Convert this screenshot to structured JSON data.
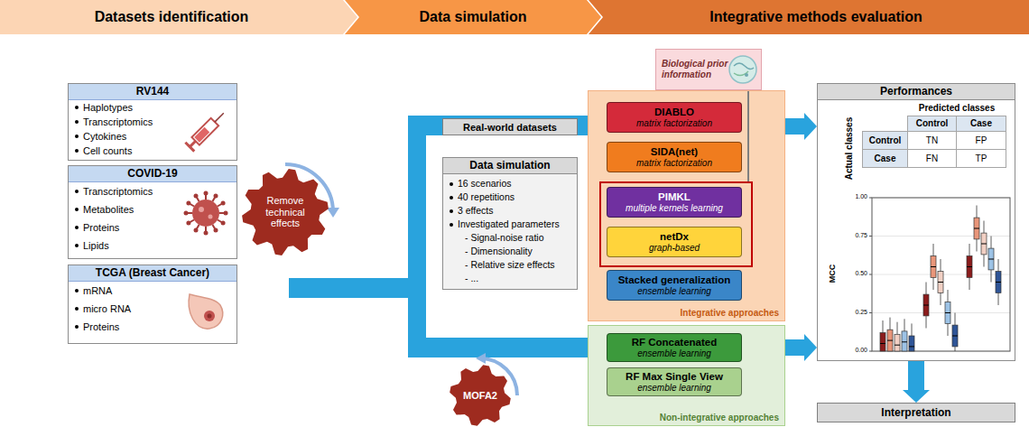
{
  "diagram": {
    "nodes": [
      {
        "text": [
          "Datasets identification"
        ]
      },
      {
        "text": [
          "Data simulation"
        ]
      },
      {
        "text": [
          "Integrative methods evaluation"
        ]
      },
      {
        "text": [
          "RV144",
          "Haplotypes",
          "Transcriptomics",
          "Cytokines",
          "Cell counts"
        ]
      },
      {
        "text": [
          "COVID-19",
          "Transcriptomics",
          "Metabolites",
          "Proteins",
          "Lipids"
        ]
      },
      {
        "text": [
          "TCGA (Breast Cancer)",
          "mRNA",
          "micro RNA",
          "Proteins"
        ]
      },
      {
        "text": [
          "Remove technical effects"
        ]
      },
      {
        "text": [
          "Real-world datasets"
        ]
      },
      {
        "text": [
          "Data simulation",
          "16 scenarios",
          "40 repetitions",
          "3 effects",
          "Investigated parameters",
          "- Signal-noise ratio",
          "- Dimensionality",
          "- Relative size effects",
          "- ..."
        ]
      },
      {
        "text": [
          "MOFA2"
        ]
      },
      {
        "text": [
          "Biological prior information"
        ]
      },
      {
        "text": [
          "Integrative approaches"
        ]
      },
      {
        "text": [
          "DIABLO",
          "matrix factorization"
        ],
        "in": 11
      },
      {
        "text": [
          "SIDA(net)",
          "matrix factorization"
        ],
        "in": 11
      },
      {
        "text": [
          "PIMKL",
          "multiple kernels learning"
        ],
        "in": 11
      },
      {
        "text": [
          "netDx",
          "graph-based"
        ],
        "in": 11
      },
      {
        "text": [
          "Stacked generalization",
          "ensemble learning"
        ],
        "in": 11
      },
      {
        "text": [
          "Non-integrative approaches"
        ]
      },
      {
        "text": [
          "RF Concatenated",
          "ensemble learning"
        ],
        "in": 17
      },
      {
        "text": [
          "RF Max Single View",
          "ensemble learning"
        ],
        "in": 17
      },
      {
        "text": [
          "Performances"
        ]
      },
      {
        "text": [
          "Interpretation"
        ]
      }
    ],
    "edges": [
      {
        "from": 11,
        "to": 20,
        "arrow": "to"
      },
      {
        "from": 17,
        "to": 20,
        "arrow": "to"
      },
      {
        "from": 20,
        "to": 21,
        "arrow": "to"
      }
    ],
    "labels": [
      "Predicted classes",
      "Control",
      "Case",
      "Actual classes",
      "Control",
      "TN",
      "FP",
      "Case",
      "FN",
      "TP",
      "MCC",
      "1.00",
      "0.75",
      "0.50",
      "0.25",
      "0.00"
    ]
  }
}
